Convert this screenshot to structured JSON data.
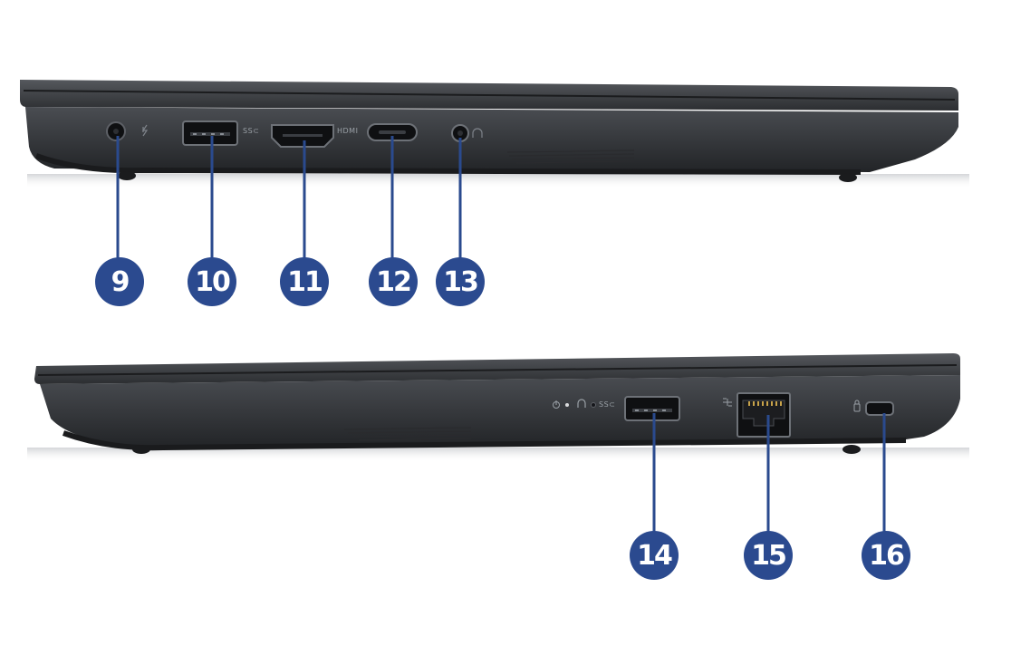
{
  "colors": {
    "accent": "#2b4a8f",
    "laptop_body": "#3a3c40",
    "laptop_dark": "#1f2124"
  },
  "ports_left": [
    {
      "number": "9",
      "icon": "power-connector-icon"
    },
    {
      "number": "10",
      "icon": "usb-a-icon"
    },
    {
      "number": "11",
      "icon": "hdmi-icon"
    },
    {
      "number": "12",
      "icon": "usb-c-icon"
    },
    {
      "number": "13",
      "icon": "headphone-jack-icon"
    }
  ],
  "ports_right": [
    {
      "number": "14",
      "icon": "usb-a-icon"
    },
    {
      "number": "15",
      "icon": "ethernet-icon"
    },
    {
      "number": "16",
      "icon": "security-lock-slot-icon"
    }
  ],
  "port_labels": {
    "usb_left": "SS⊂",
    "hdmi": "HDMI",
    "usb_right": "SS⊂"
  }
}
